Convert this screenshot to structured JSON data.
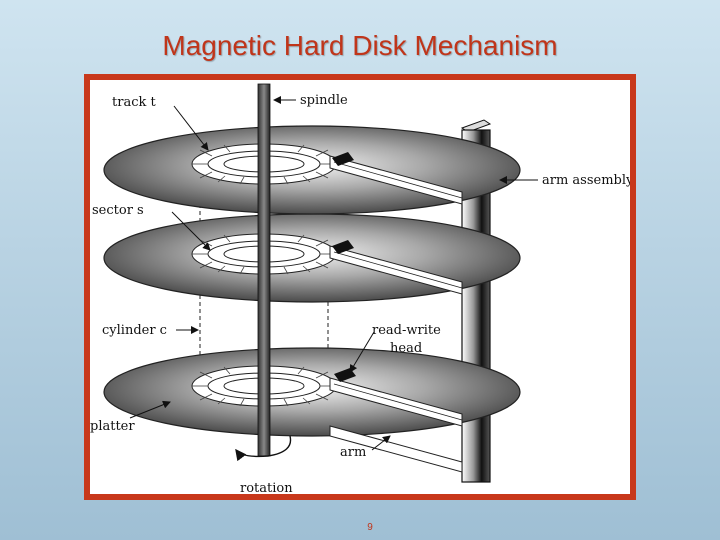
{
  "slide": {
    "title": "Magnetic Hard Disk Mechanism",
    "page_number": "9"
  },
  "diagram": {
    "labels": {
      "track": "track t",
      "spindle": "spindle",
      "arm_assembly": "arm assembly",
      "sector": "sector s",
      "cylinder": "cylinder c",
      "read_write": "read-write",
      "head": "head",
      "platter": "platter",
      "arm": "arm",
      "rotation": "rotation"
    }
  },
  "colors": {
    "title": "#c0351a",
    "frame": "#c8381b",
    "background_top": "#cfe4f0",
    "background_bottom": "#9fbfd4"
  }
}
